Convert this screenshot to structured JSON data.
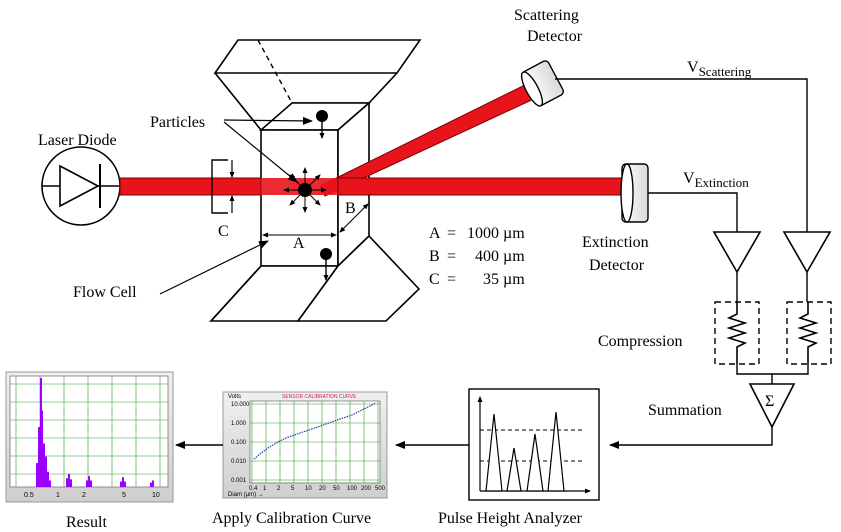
{
  "labels": {
    "scattering_detector_1": "Scattering",
    "scattering_detector_2": "Detector",
    "v_scattering_main": "V",
    "v_scattering_sub": "Scattering",
    "v_extinction_main": "V",
    "v_extinction_sub": "Extinction",
    "particles": "Particles",
    "laser_diode": "Laser Diode",
    "flow_cell": "Flow Cell",
    "dim_a": "A",
    "dim_b": "B",
    "dim_c": "C",
    "extinction_detector_1": "Extinction",
    "extinction_detector_2": "Detector",
    "compression": "Compression",
    "summation": "Summation",
    "sigma": "Σ",
    "result": "Result",
    "calibration": "Apply Calibration Curve",
    "pha": "Pulse Height Analyzer"
  },
  "dimensions": [
    {
      "name": "A",
      "eq": "=",
      "value": "1000 µm"
    },
    {
      "name": "B",
      "eq": "=",
      "value": "400 µm"
    },
    {
      "name": "C",
      "eq": "=",
      "value": "35 µm"
    }
  ],
  "calibration_chart": {
    "title": "SENSOR CALIBRATION CURVE",
    "ylabel": "Volts",
    "xlabel": "Diam (µm) →",
    "yticks": [
      "10.000",
      "1.000",
      "0.100",
      "0.010",
      "0.001"
    ],
    "xticks": [
      "0.4",
      "1",
      "2",
      "5",
      "10",
      "20",
      "50",
      "100",
      "200",
      "500"
    ]
  },
  "result_chart": {
    "xticks": [
      "0.5",
      "1",
      "2",
      "5",
      "10"
    ]
  },
  "colors": {
    "laser": "#e8141c",
    "laser_edge": "#7a0000",
    "histogram": "#9b00ff"
  }
}
